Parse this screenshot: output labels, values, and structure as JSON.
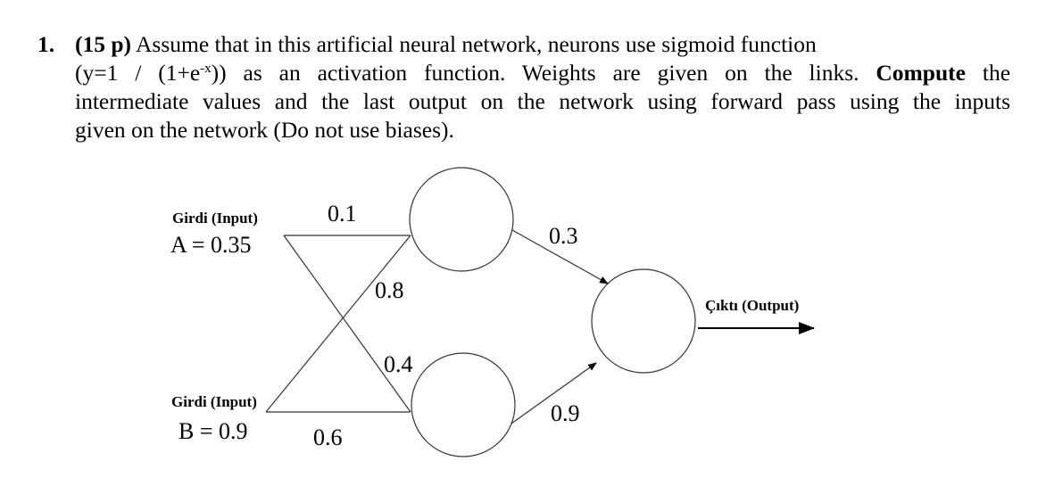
{
  "question": {
    "number": "1.",
    "points": "(15 p)",
    "line1": "Assume that in this artificial neural network, neurons use sigmoid function",
    "line2_a": "(y=1 / (1+e",
    "line2_sup": "-x",
    "line2_b": ")) as an activation function. Weights are given on the links.",
    "line2_bold": "Compute",
    "line2_c": "the",
    "line3": "intermediate values and the last output on the network using forward pass using the inputs",
    "line4": "given on the network (Do not use biases)."
  },
  "network": {
    "input_a": {
      "title": "Girdi (Input)",
      "value": "A = 0.35"
    },
    "input_b": {
      "title": "Girdi (Input)",
      "value": "B = 0.9"
    },
    "output": {
      "title": "Çıktı (Output)"
    },
    "weights": {
      "a_h1": "0.1",
      "a_h2": "0.8",
      "b_h1": "0.4",
      "b_h2": "0.6",
      "h1_out": "0.3",
      "h2_out": "0.9"
    }
  }
}
